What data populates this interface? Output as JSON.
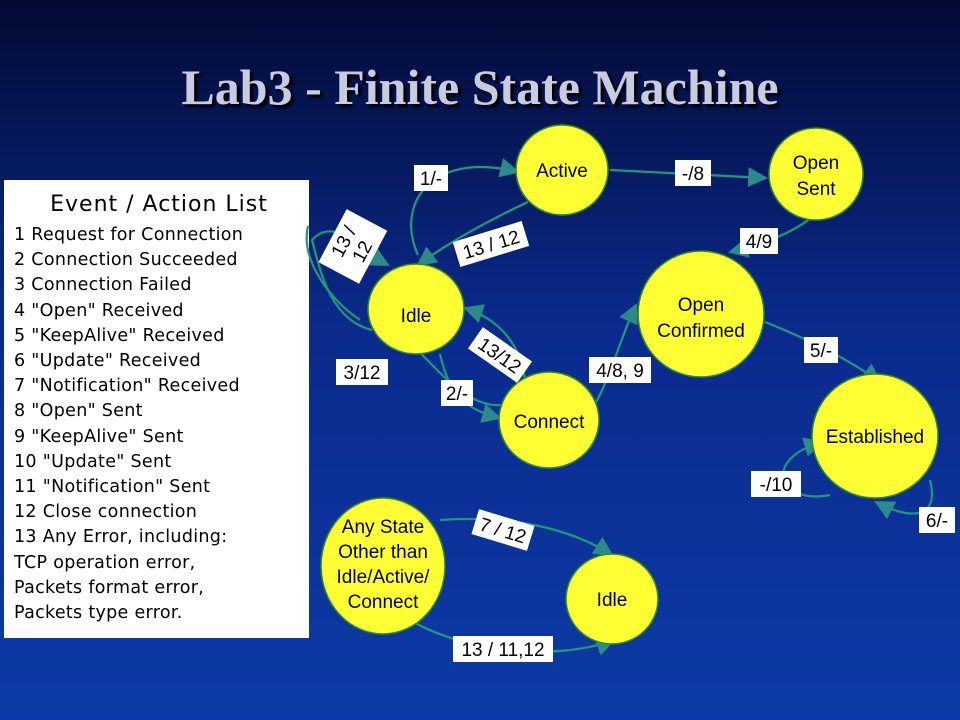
{
  "slide": {
    "title": "Lab3 - Finite State Machine"
  },
  "event_list": {
    "heading": "Event / Action List",
    "items": [
      "1 Request for Connection",
      "2 Connection Succeeded",
      "3 Connection Failed",
      "4 \"Open\" Received",
      "5 \"KeepAlive\" Received",
      "6 \"Update\" Received",
      "7 \"Notification\" Received",
      "8 \"Open\" Sent",
      "9 \"KeepAlive\" Sent",
      "10 \"Update\" Sent",
      "11 \"Notification\" Sent",
      "12 Close connection",
      "13 Any Error, including:",
      "TCP operation error,",
      "Packets format error,",
      "Packets type error."
    ]
  },
  "states": {
    "active": "Active",
    "open_sent": [
      "Open",
      "Sent"
    ],
    "idle": "Idle",
    "open_confirmed": [
      "Open",
      "Confirmed"
    ],
    "connect": "Connect",
    "established": "Established",
    "any_state": [
      "Any State",
      "Other than",
      "Idle/Active/",
      "Connect"
    ],
    "idle_bottom": "Idle"
  },
  "transitions": {
    "idle_to_active": "1/-",
    "active_to_open_sent": "-/8",
    "active_to_idle": "13 / 12",
    "open_sent_to_open_confirmed": "4/9",
    "idle_self_loop": [
      "13 /",
      "12"
    ],
    "connect_to_idle": "13/12",
    "idle_to_connect": "2/-",
    "connect_loop": "3/12",
    "connect_to_open_confirmed": "4/8, 9",
    "open_confirmed_to_established": "5/-",
    "established_self_loop_in": "-/10",
    "established_self_loop_out": "6/-",
    "any_to_idle_top": "7 / 12",
    "any_to_idle_bottom": "13 / 11,12"
  },
  "colors": {
    "state_fill": "#ffff33",
    "edge_stroke": "#1a8a6a",
    "label_box": "#ffffff"
  }
}
